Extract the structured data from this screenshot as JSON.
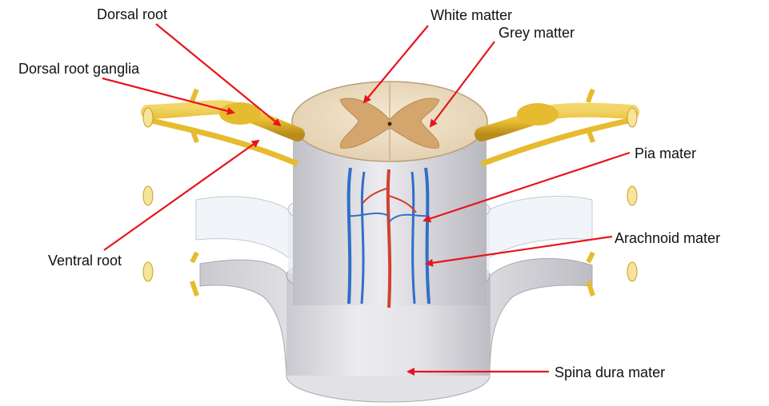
{
  "labels": {
    "dorsal_root": "Dorsal root",
    "white_matter": "White matter",
    "grey_matter": "Grey matter",
    "dorsal_root_ganglia": "Dorsal root ganglia",
    "pia_mater": "Pia mater",
    "arachnoid_mater": "Arachnoid mater",
    "ventral_root": "Ventral root",
    "spina_dura_mater": "Spina dura mater"
  },
  "colors": {
    "arrow": "#e8141b",
    "nerve": "#e8c13a",
    "white_matter": "#eedfc4",
    "grey_matter": "#d4a66e",
    "dura": "#dcdce0",
    "vein": "#2f6fc9",
    "artery": "#d2402e"
  }
}
